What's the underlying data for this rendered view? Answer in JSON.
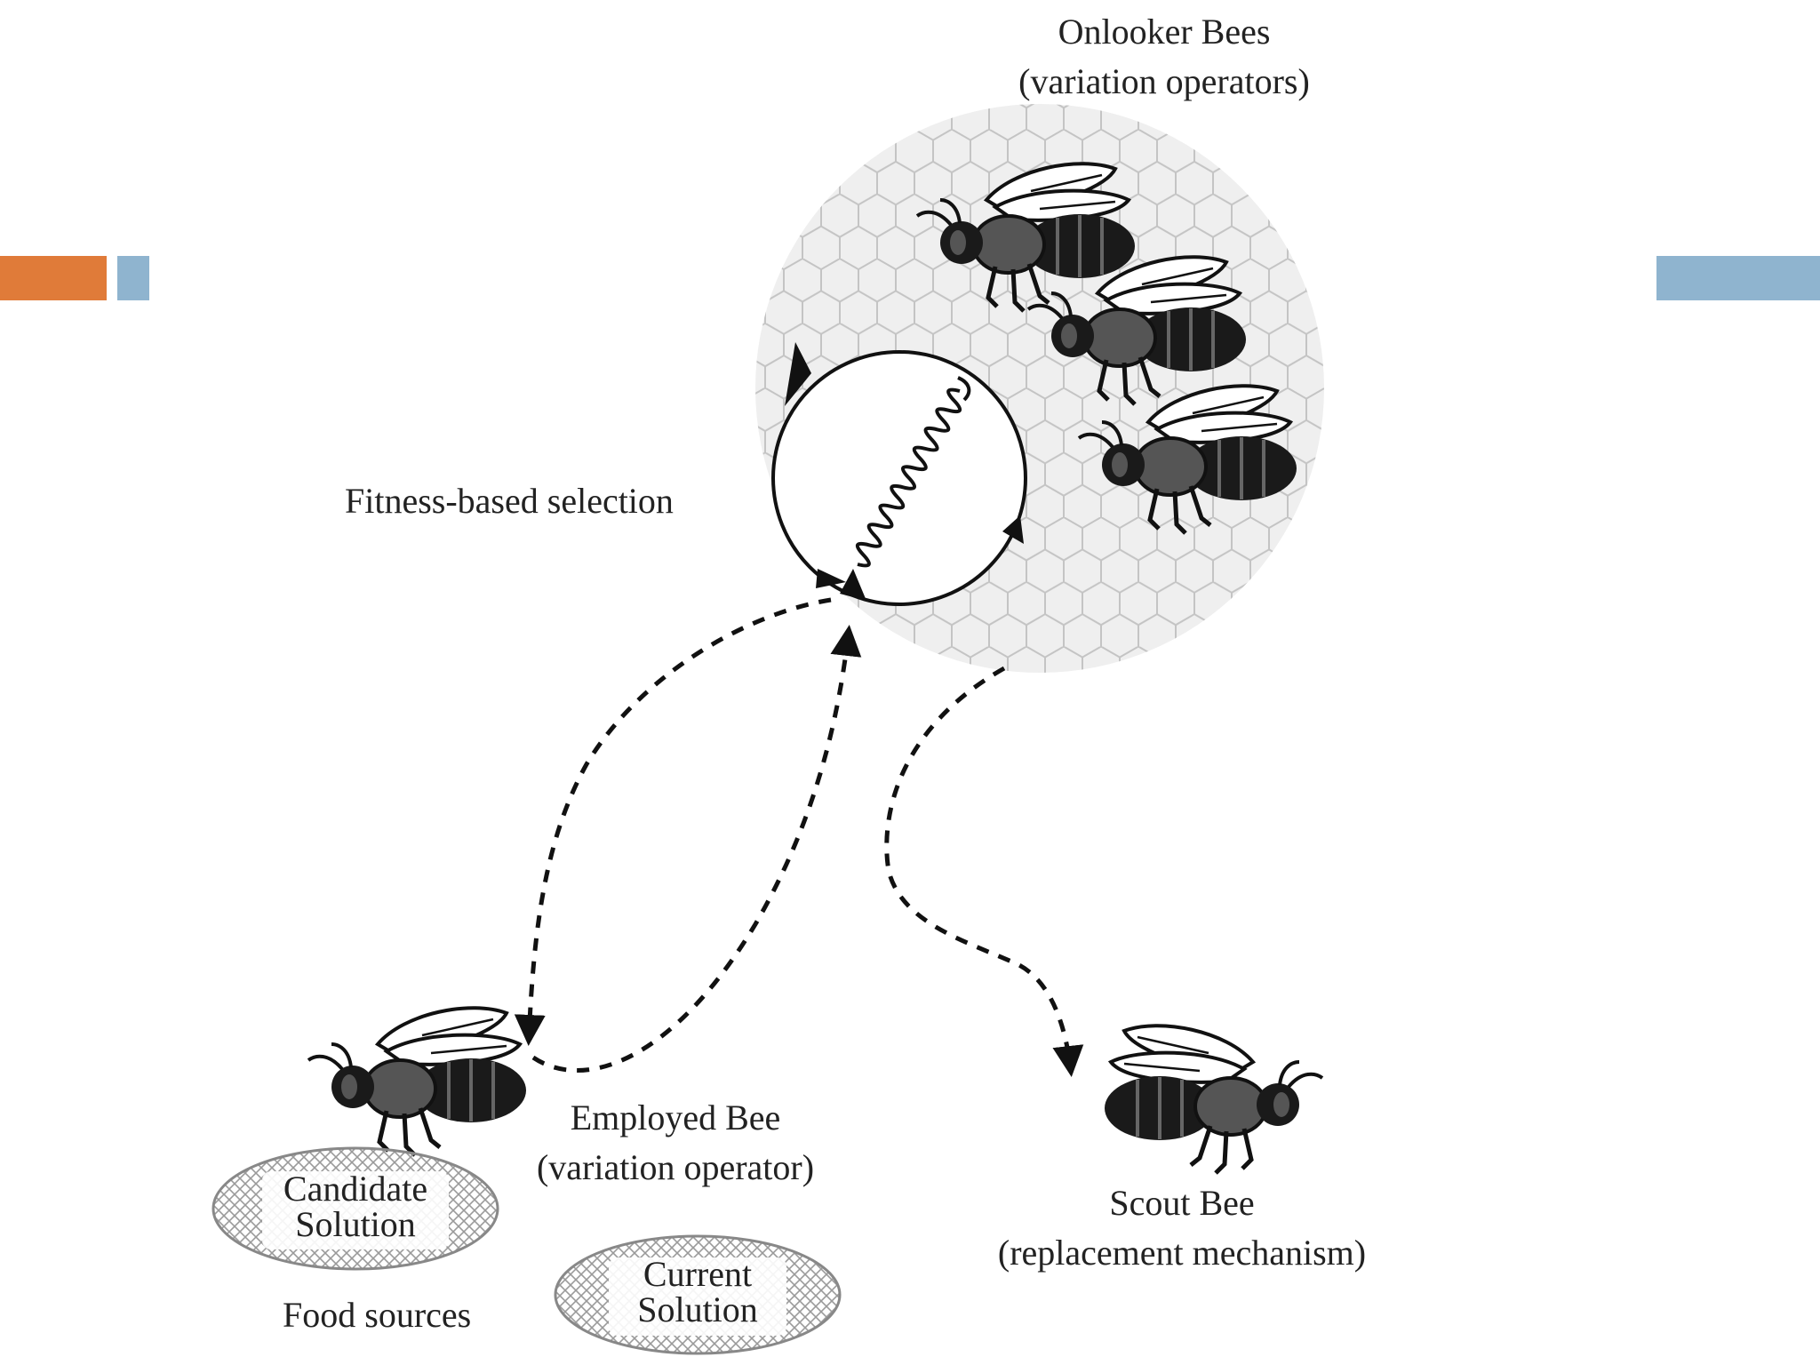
{
  "labels": {
    "onlooker_title": "Onlooker Bees",
    "onlooker_sub": "(variation operators)",
    "fitness": "Fitness-based selection",
    "employed_title": "Employed Bee",
    "employed_sub": "(variation operator)",
    "scout_title": "Scout Bee",
    "scout_sub": "(replacement mechanism)",
    "candidate_line1": "Candidate",
    "candidate_line2": "Solution",
    "current_line1": "Current",
    "current_line2": "Solution",
    "food_sources": "Food sources"
  },
  "colors": {
    "accent_orange": "#E07B39",
    "accent_blue": "#8FB4CF",
    "bee_body": "#1a1a1a",
    "bee_thorax": "#555555",
    "honeycomb": "#e4e4e4"
  },
  "icons": {
    "bee": "bee-icon",
    "hive": "honeycomb-hive",
    "dance": "waggle-dance-icon"
  }
}
